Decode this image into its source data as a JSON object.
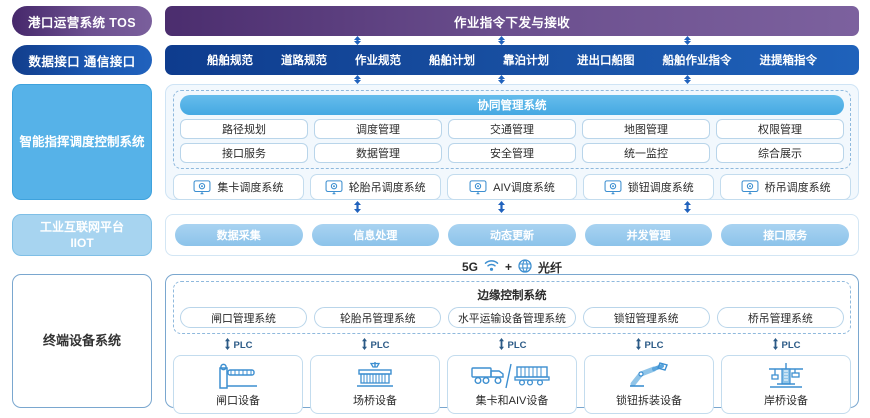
{
  "colors": {
    "tos_purple": "#5b3c80",
    "iface_blue": "#174d9f",
    "accent_blue": "#45a9e2",
    "chip_blue": "#8cc3ea",
    "panel_border": "#7aa7cf"
  },
  "row_tos": {
    "side_label": "港口运营系统 TOS",
    "bar_label": "作业指令下发与接收"
  },
  "row_interface": {
    "side_label": "数据接口 通信接口",
    "items": [
      "船舶规范",
      "道路规范",
      "作业规范",
      "船舶计划",
      "靠泊计划",
      "进出口船图",
      "船舶作业指令",
      "进提箱指令"
    ]
  },
  "layer_command": {
    "side_label": "智能指挥调度控制系统",
    "coop_header": "协同管理系统",
    "cells_row1": [
      "路径规划",
      "调度管理",
      "交通管理",
      "地图管理",
      "权限管理"
    ],
    "cells_row2": [
      "接口服务",
      "数据管理",
      "安全管理",
      "统一监控",
      "综合展示"
    ],
    "dispatch": [
      {
        "icon": "monitor-gear-icon",
        "label": "集卡调度系统"
      },
      {
        "icon": "monitor-gear-icon",
        "label": "轮胎吊调度系统"
      },
      {
        "icon": "monitor-gear-icon",
        "label": "AIV调度系统"
      },
      {
        "icon": "monitor-gear-icon",
        "label": "锁钮调度系统"
      },
      {
        "icon": "monitor-gear-icon",
        "label": "桥吊调度系统"
      }
    ]
  },
  "layer_iiot": {
    "side_label_line1": "工业互联网平台",
    "side_label_line2": "IIOT",
    "chips": [
      "数据采集",
      "信息处理",
      "动态更新",
      "并发管理",
      "接口服务"
    ]
  },
  "network": {
    "label_5g": "5G",
    "wifi_icon": "wifi-signal-icon",
    "plus": "+",
    "fiber_icon": "fiber-optic-icon",
    "label_fiber": "光纤"
  },
  "layer_terminal": {
    "side_label": "终端设备系统",
    "edge_header": "边缘控制系统",
    "edge_cells": [
      "闸口管理系统",
      "轮胎吊管理系统",
      "水平运输设备管理系统",
      "锁钮管理系统",
      "桥吊管理系统"
    ],
    "plc_label": "PLC",
    "devices": [
      {
        "icon": "gate-barrier-icon",
        "label": "闸口设备"
      },
      {
        "icon": "yard-crane-icon",
        "label": "场桥设备"
      },
      {
        "icon": "truck-aiv-icon",
        "label": "集卡和AIV设备"
      },
      {
        "icon": "robot-arm-icon",
        "label": "锁钮拆装设备"
      },
      {
        "icon": "quay-crane-icon",
        "label": "岸桥设备"
      }
    ]
  }
}
